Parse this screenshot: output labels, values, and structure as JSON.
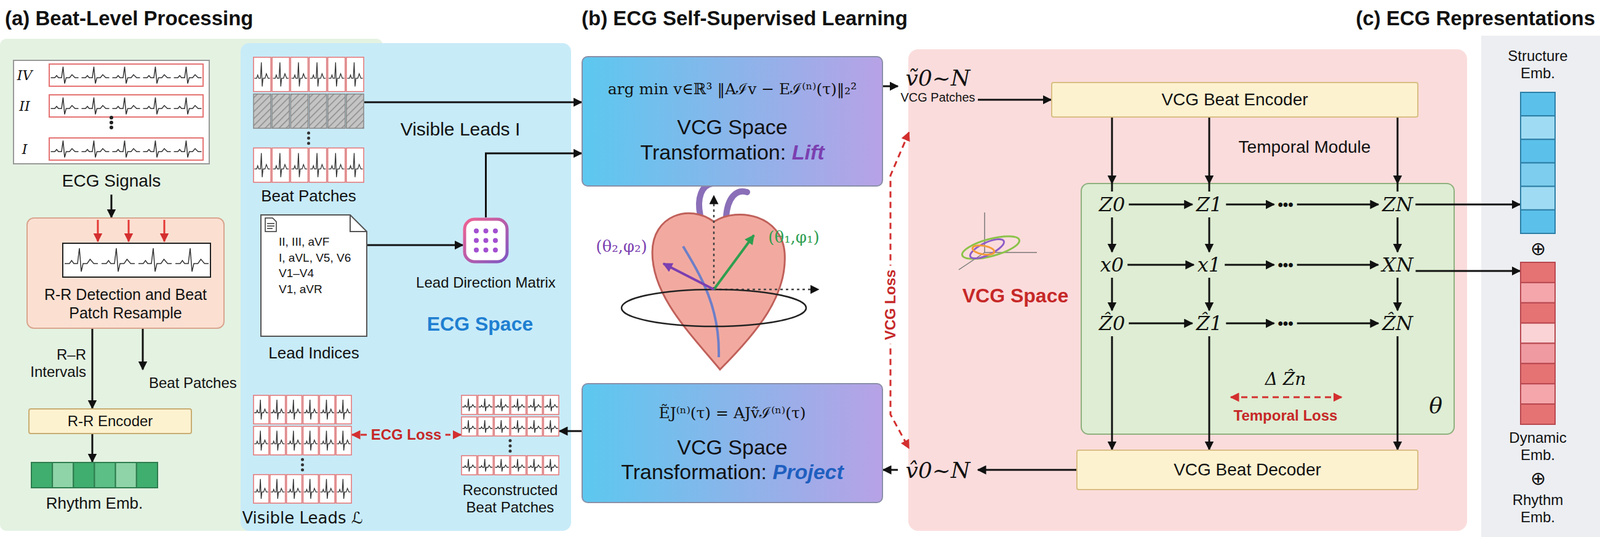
{
  "diagram": {
    "nodes": [
      {
        "text": [
          "ECG Signals"
        ]
      },
      {
        "text": [
          "R-R Detection and Beat Patch Resample"
        ]
      },
      {
        "text": [
          "R-R Encoder"
        ]
      },
      {
        "text": [
          "Rhythm Emb."
        ]
      },
      {
        "text": [
          "ECG Space"
        ]
      },
      {
        "text": [
          "Beat Patches"
        ],
        "in": 4
      },
      {
        "text": [
          "II, III, aVF",
          "I, aVL, V5, V6",
          "V1–V4",
          "V1, aVR",
          "Lead Indices"
        ],
        "in": 4
      },
      {
        "text": [
          "Lead Direction Matrix"
        ],
        "in": 4
      },
      {
        "text": [
          "Visible Leads ℒ"
        ],
        "in": 4
      },
      {
        "text": [
          "Reconstructed Beat Patches"
        ],
        "in": 4
      },
      {
        "text": [
          "arg min v∈ℝ³ ‖Aℐv − Eℐ⁽ⁿ⁾(τ)‖₂²",
          "VCG Space Transformation:",
          "Lift"
        ]
      },
      {
        "text": [
          "ẼJ⁽ⁿ⁾(τ) = AJṽℐ⁽ⁿ⁾(τ)",
          "VCG Space Transformation:",
          "Project"
        ]
      },
      {
        "text": [
          "VCG Space"
        ]
      },
      {
        "text": [
          "ṽ0~N",
          "VCG Patches"
        ]
      },
      {
        "text": [
          "VCG Beat Encoder"
        ],
        "in": 12
      },
      {
        "text": [
          "Temporal Module",
          "θ"
        ],
        "in": 12
      },
      {
        "text": [
          "VCG Beat Decoder"
        ],
        "in": 12
      },
      {
        "text": [
          "v̂0~N"
        ]
      },
      {
        "text": [
          "Structure Emb."
        ]
      },
      {
        "text": [
          "Dynamic Emb."
        ]
      }
    ],
    "edges": [
      {
        "from": 0,
        "to": 1,
        "arrow": "to"
      },
      {
        "from": 1,
        "to": 2,
        "label": "R–R Intervals",
        "arrow": "to"
      },
      {
        "from": 2,
        "to": 3,
        "arrow": "to"
      },
      {
        "from": 5,
        "to": 10,
        "label": "Visible Leads I",
        "arrow": "to"
      },
      {
        "from": 6,
        "to": 7,
        "arrow": "to"
      },
      {
        "from": 7,
        "to": 10,
        "arrow": "to"
      },
      {
        "from": 10,
        "to": 13,
        "arrow": "to"
      },
      {
        "from": 13,
        "to": 14,
        "arrow": "to"
      },
      {
        "from": 14,
        "to": 15,
        "arrow": "to"
      },
      {
        "from": 15,
        "to": 16,
        "arrow": "to"
      },
      {
        "from": 16,
        "to": 17,
        "arrow": "to"
      },
      {
        "from": 17,
        "to": 11,
        "arrow": "to"
      },
      {
        "from": 11,
        "to": 9,
        "arrow": "to"
      },
      {
        "from": 9,
        "to": 8,
        "label": "ECG Loss",
        "arrow": "both"
      },
      {
        "from": 13,
        "to": 17,
        "label": "VCG Loss",
        "arrow": "both"
      },
      {
        "from": 15,
        "to": 18,
        "arrow": "to"
      },
      {
        "from": 15,
        "to": 19,
        "arrow": "to"
      }
    ],
    "labels": [
      "(a) Beat-Level Processing",
      "(b) ECG Self-Supervised Learning",
      "(c) ECG Representations",
      "IV",
      "II",
      "I",
      "Beat Patches",
      "(θ₁,φ₁)",
      "(θ₂,φ₂)",
      "Z0",
      "Z1",
      "•••",
      "ZN",
      "x0",
      "x1",
      "•••",
      "XN",
      "Ẑ0",
      "Ẑ1",
      "•••",
      "ẐN",
      "Δ Ẑn",
      "Temporal Loss",
      "⊕",
      "⊕",
      "Rhythm Emb."
    ]
  }
}
